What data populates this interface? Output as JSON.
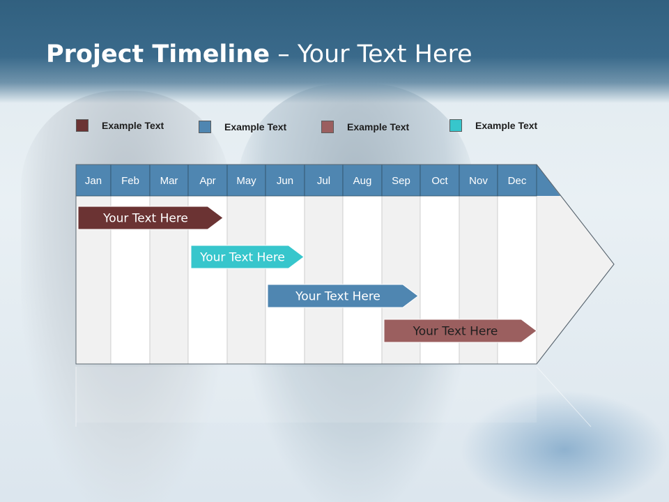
{
  "slide": {
    "title_bold": "Project Timeline",
    "title_rest": " – Your Text Here"
  },
  "legend": [
    {
      "label": "Example Text",
      "color": "#6b3333"
    },
    {
      "label": "Example Text",
      "color": "#4f86b1"
    },
    {
      "label": "Example Text",
      "color": "#9b5f5f"
    },
    {
      "label": "Example Text",
      "color": "#37c6cc"
    }
  ],
  "months": [
    "Jan",
    "Feb",
    "Mar",
    "Apr",
    "May",
    "Jun",
    "Jul",
    "Aug",
    "Sep",
    "Oct",
    "Nov",
    "Dec"
  ],
  "tasks": [
    {
      "label": "Your  Text Here",
      "start_month": "Jan",
      "end_month": "Apr",
      "color": "#6b3333"
    },
    {
      "label": "Your  Text Here",
      "start_month": "Apr",
      "end_month": "Jun",
      "color": "#37c6cc"
    },
    {
      "label": "Your  Text Here",
      "start_month": "Jun",
      "end_month": "Sep",
      "color": "#4f86b1"
    },
    {
      "label": "Your  Text Here",
      "start_month": "Sep",
      "end_month": "Dec",
      "color": "#9b5f5f"
    }
  ],
  "colors": {
    "header_band": "#31607f",
    "month_header": "#4f86b1"
  }
}
